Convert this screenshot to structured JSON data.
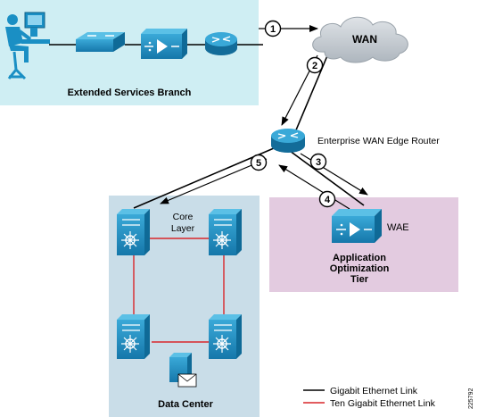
{
  "labels": {
    "wan": "WAN",
    "branch": "Extended Services Branch",
    "edge_router": "Enterprise WAN Edge Router",
    "core_line1": "Core",
    "core_line2": "Layer",
    "wae": "WAE",
    "tier_line1": "Application",
    "tier_line2": "Optimization",
    "tier_line3": "Tier",
    "data_center": "Data Center",
    "figure_id": "225792"
  },
  "steps": [
    "1",
    "2",
    "3",
    "4",
    "5"
  ],
  "legend": [
    {
      "label": "Gigabit Ethernet Link",
      "color": "#000000"
    },
    {
      "label": "Ten Gigabit Ethernet Link",
      "color": "#d9262a"
    }
  ],
  "colors": {
    "branch_bg": "#cfeef3",
    "datacenter_bg": "#c9dde8",
    "tier_bg": "#e3cbe0",
    "device_blue": "#1a8fc4",
    "gigabit": "#000000",
    "ten_gigabit": "#d9262a"
  },
  "icons": [
    "user-workstation-icon",
    "switch-icon",
    "wae-appliance-icon",
    "router-icon",
    "cloud-icon",
    "multilayer-switch-icon",
    "server-icon"
  ]
}
